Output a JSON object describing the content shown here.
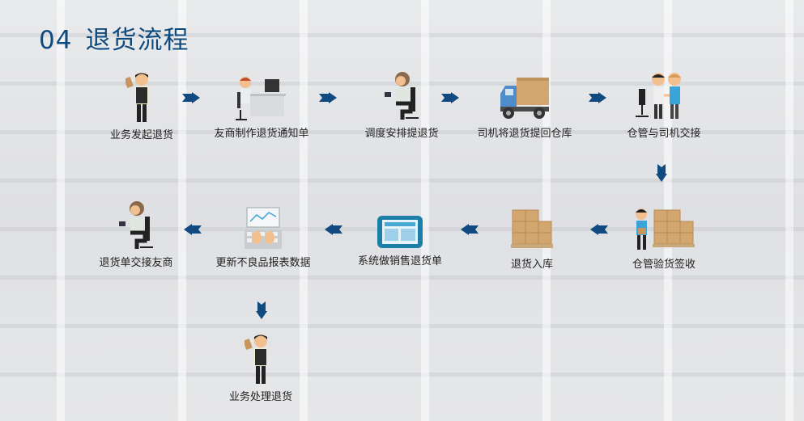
{
  "title": {
    "number": "04",
    "text": "退货流程"
  },
  "steps": [
    {
      "label": "业务发起退货",
      "icon": "businessman-icon"
    },
    {
      "label": "友商制作退货通知单",
      "icon": "office-worker-desk-icon"
    },
    {
      "label": "调度安排提退货",
      "icon": "dispatcher-icon"
    },
    {
      "label": "司机将退货提回仓库",
      "icon": "truck-icon"
    },
    {
      "label": "仓管与司机交接",
      "icon": "handshake-icon"
    },
    {
      "label": "仓管验货签收",
      "icon": "warehouse-keeper-boxes-icon"
    },
    {
      "label": "退货入库",
      "icon": "pallet-boxes-icon"
    },
    {
      "label": "系统做销售退货单",
      "icon": "tablet-icon"
    },
    {
      "label": "更新不良品报表数据",
      "icon": "keyboard-chart-icon"
    },
    {
      "label": "退货单交接友商",
      "icon": "dispatcher-icon"
    },
    {
      "label": "业务处理退货",
      "icon": "businessman-icon"
    }
  ],
  "colors": {
    "accent": "#0f4a7e",
    "arrow": "#114a80"
  }
}
